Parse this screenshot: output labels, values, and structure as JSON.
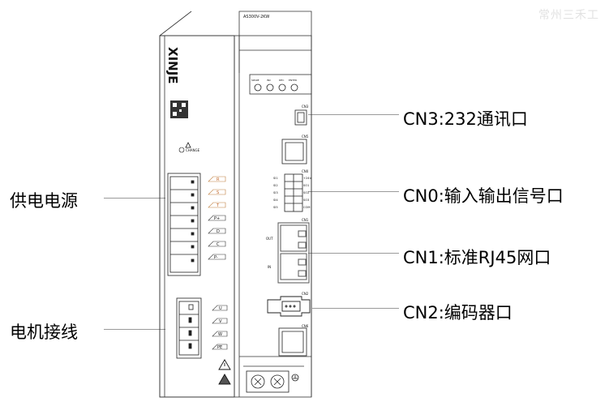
{
  "watermark": "常州三禾工",
  "device": {
    "brand": "XINJE",
    "model": "AS300V-2KW",
    "certification": "CHANGE",
    "keys": [
      "SPARE",
      "INC",
      "DEC",
      "ENTER"
    ],
    "terminals_power": [
      "R",
      "S",
      "T",
      "P+",
      "D",
      "C",
      "P-"
    ],
    "terminals_motor": [
      "U",
      "V",
      "W",
      "PE"
    ],
    "ports": {
      "cn3": "CN3",
      "cn0": "CN0",
      "cn1": "CN1",
      "cn2": "CN2",
      "cn5": "CN5",
      "cn6": "CN6",
      "out": "OUT",
      "in": "IN"
    },
    "io_left": [
      "SI1",
      "SI2",
      "SI3",
      "SI4",
      "SI5"
    ],
    "io_right": [
      "+24V",
      "SO1",
      "SO2",
      "SO3",
      "COM"
    ]
  },
  "labels": {
    "power_supply": "供电电源",
    "motor_wiring": "电机接线",
    "cn3": "CN3:232通讯口",
    "cn0": "CN0:输入输出信号口",
    "cn1": "CN1:标准RJ45网口",
    "cn2": "CN2:编码器口"
  }
}
